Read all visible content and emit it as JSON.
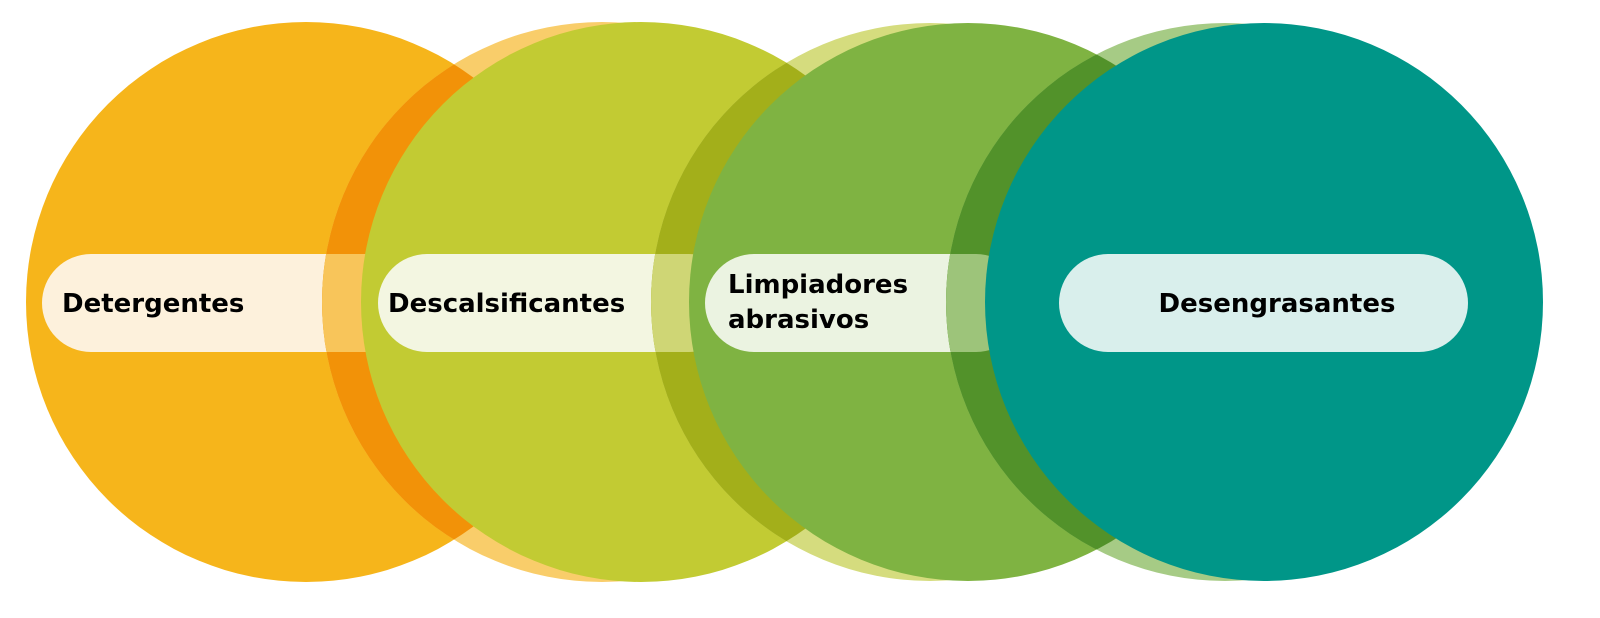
{
  "items": [
    {
      "label": "Detergentes",
      "color": "#F6B51B",
      "pill": "#FDF1DC"
    },
    {
      "label": "Descalsificantes",
      "color": "#C2CB33",
      "pill": "#F3F6E1"
    },
    {
      "label_line1": "Limpiadores",
      "label_line2": "abrasivos",
      "color": "#7FB342",
      "pill": "#EBF3E1"
    },
    {
      "label": "Desengrasantes",
      "color": "#009688",
      "pill": "#D9EFEC"
    }
  ]
}
